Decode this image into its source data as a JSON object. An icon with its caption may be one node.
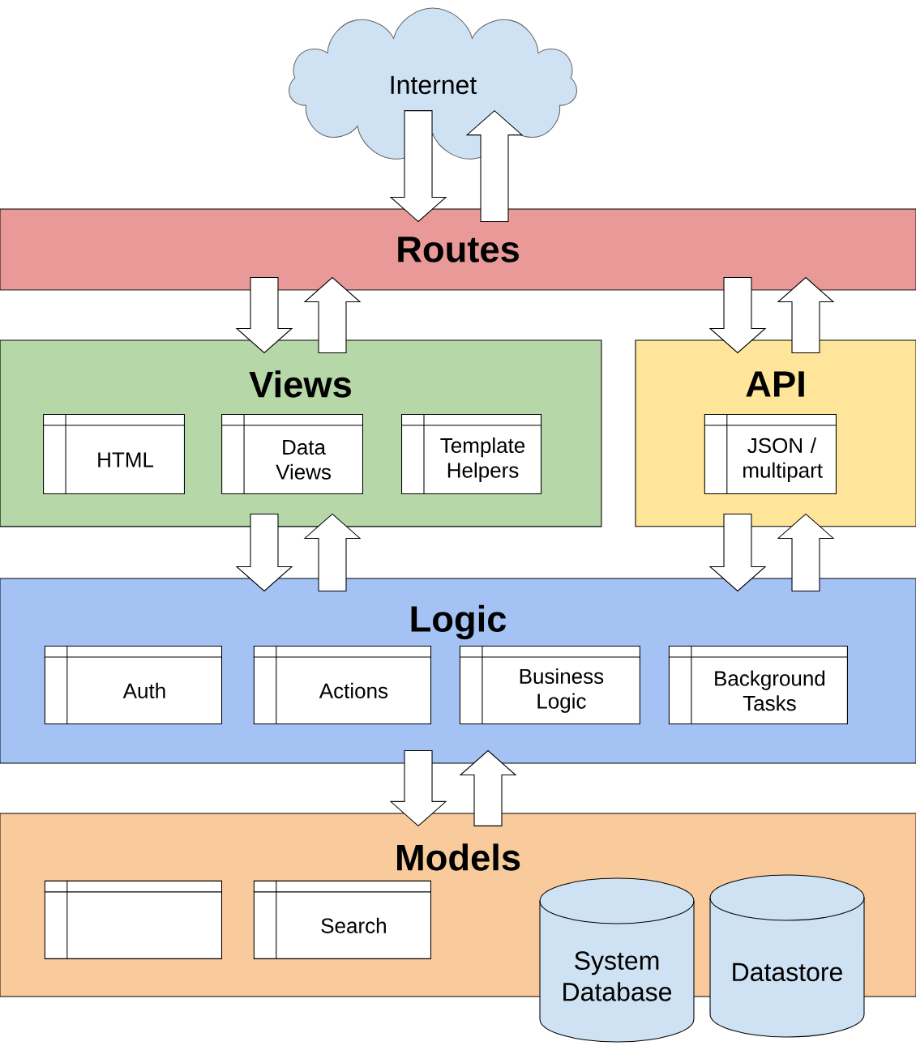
{
  "diagram": {
    "nodes": [
      {
        "text": [
          "Internet"
        ]
      },
      {
        "text": [
          "Routes"
        ]
      },
      {
        "text": [
          "Views"
        ]
      },
      {
        "text": [
          "HTML"
        ],
        "in": 2
      },
      {
        "text": [
          "Data Views"
        ],
        "in": 2
      },
      {
        "text": [
          "Template Helpers"
        ],
        "in": 2
      },
      {
        "text": [
          "API"
        ]
      },
      {
        "text": [
          "JSON / multipart"
        ],
        "in": 6
      },
      {
        "text": [
          "Logic"
        ]
      },
      {
        "text": [
          "Auth"
        ],
        "in": 8
      },
      {
        "text": [
          "Actions"
        ],
        "in": 8
      },
      {
        "text": [
          "Business Logic"
        ],
        "in": 8
      },
      {
        "text": [
          "Background Tasks"
        ],
        "in": 8
      },
      {
        "text": [
          "Models"
        ]
      },
      {
        "text": [],
        "shape": "box",
        "in": 13
      },
      {
        "text": [
          "Search"
        ],
        "in": 13
      },
      {
        "text": [
          "System Database"
        ]
      },
      {
        "text": [
          "Datastore"
        ]
      }
    ],
    "edges": [
      {
        "from": 0,
        "to": 1,
        "arrow": "to"
      },
      {
        "from": 1,
        "to": 0,
        "arrow": "to"
      },
      {
        "from": 1,
        "to": 2,
        "arrow": "to"
      },
      {
        "from": 2,
        "to": 1,
        "arrow": "to"
      },
      {
        "from": 1,
        "to": 6,
        "arrow": "to"
      },
      {
        "from": 6,
        "to": 1,
        "arrow": "to"
      },
      {
        "from": 2,
        "to": 8,
        "arrow": "to"
      },
      {
        "from": 8,
        "to": 2,
        "arrow": "to"
      },
      {
        "from": 6,
        "to": 8,
        "arrow": "to"
      },
      {
        "from": 8,
        "to": 6,
        "arrow": "to"
      },
      {
        "from": 8,
        "to": 13,
        "arrow": "to"
      },
      {
        "from": 13,
        "to": 8,
        "arrow": "to"
      }
    ]
  }
}
